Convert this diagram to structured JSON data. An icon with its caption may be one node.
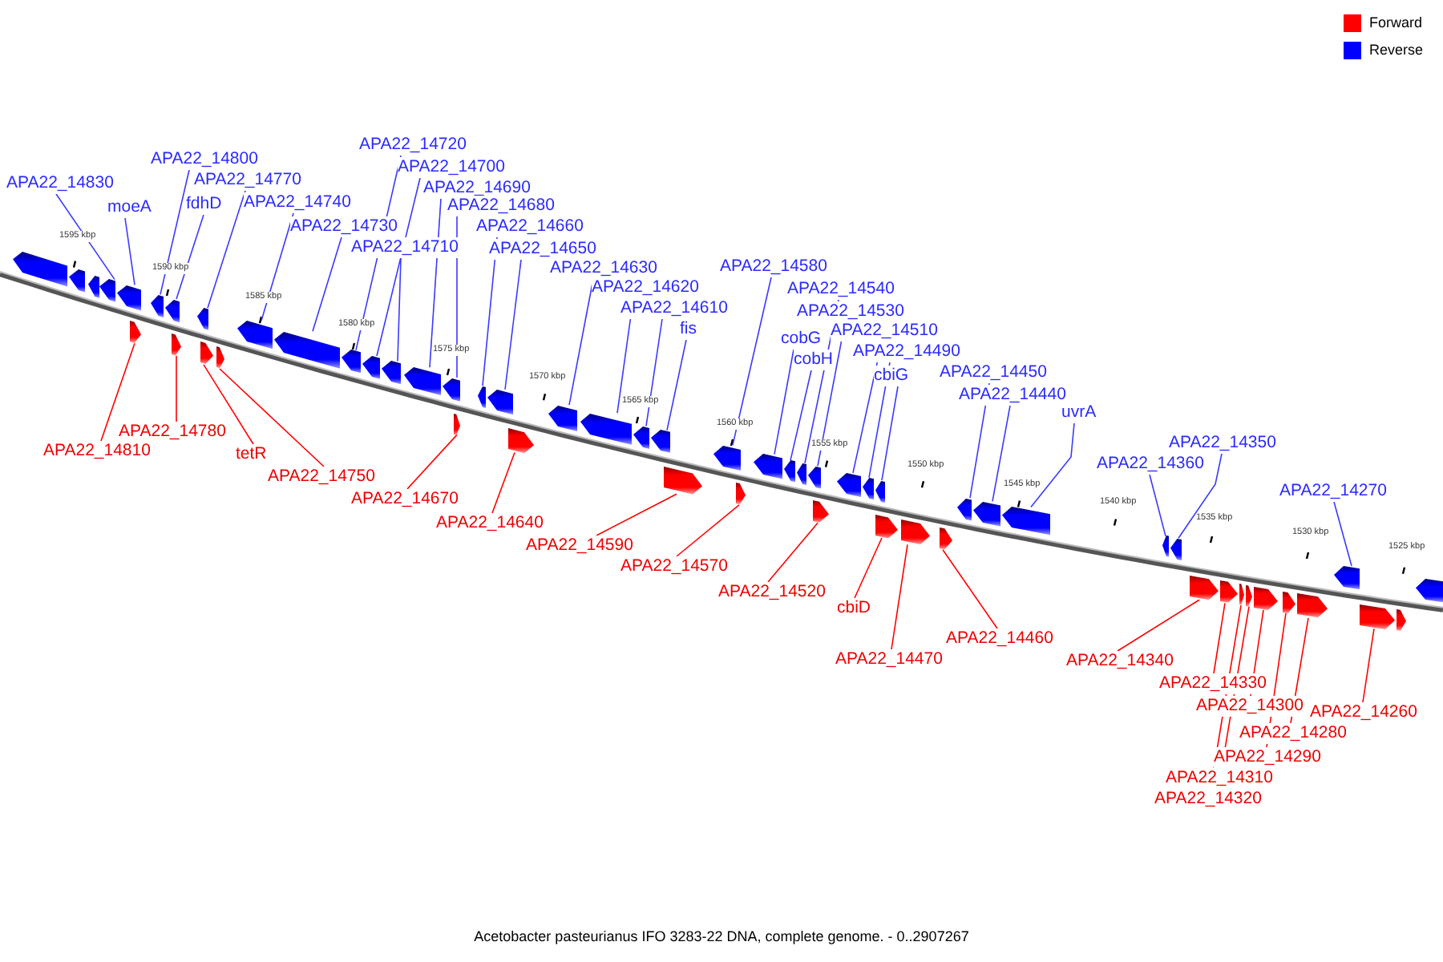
{
  "diagram": {
    "caption": "Acetobacter pasteurianus IFO 3283-22 DNA, complete genome. - 0..2907267",
    "nodes": [
      {
        "text": [
          "APA22_14830"
        ]
      },
      {
        "text": [
          "moeA"
        ]
      },
      {
        "text": [
          "APA22_14800"
        ]
      },
      {
        "text": [
          "APA22_14770"
        ]
      },
      {
        "text": [
          "fdhD"
        ]
      },
      {
        "text": [
          "APA22_14740"
        ]
      },
      {
        "text": [
          "APA22_14730"
        ]
      },
      {
        "text": [
          "APA22_14720"
        ]
      },
      {
        "text": [
          "APA22_14700"
        ]
      },
      {
        "text": [
          "APA22_14690"
        ]
      },
      {
        "text": [
          "APA22_14680"
        ]
      },
      {
        "text": [
          "APA22_14710"
        ]
      },
      {
        "text": [
          "APA22_14660"
        ]
      },
      {
        "text": [
          "APA22_14650"
        ]
      },
      {
        "text": [
          "APA22_14630"
        ]
      },
      {
        "text": [
          "APA22_14620"
        ]
      },
      {
        "text": [
          "APA22_14610"
        ]
      },
      {
        "text": [
          "fis"
        ]
      },
      {
        "text": [
          "APA22_14580"
        ]
      },
      {
        "text": [
          "APA22_14540"
        ]
      },
      {
        "text": [
          "APA22_14530"
        ]
      },
      {
        "text": [
          "cobG"
        ]
      },
      {
        "text": [
          "APA22_14510"
        ]
      },
      {
        "text": [
          "cobH"
        ]
      },
      {
        "text": [
          "APA22_14490"
        ]
      },
      {
        "text": [
          "cbiG"
        ]
      },
      {
        "text": [
          "APA22_14450"
        ]
      },
      {
        "text": [
          "APA22_14440"
        ]
      },
      {
        "text": [
          "uvrA"
        ]
      },
      {
        "text": [
          "APA22_14350"
        ]
      },
      {
        "text": [
          "APA22_14360"
        ]
      },
      {
        "text": [
          "APA22_14270"
        ]
      },
      {
        "text": [
          "APA22_14810"
        ]
      },
      {
        "text": [
          "APA22_14780"
        ]
      },
      {
        "text": [
          "tetR"
        ]
      },
      {
        "text": [
          "APA22_14750"
        ]
      },
      {
        "text": [
          "APA22_14670"
        ]
      },
      {
        "text": [
          "APA22_14640"
        ]
      },
      {
        "text": [
          "APA22_14590"
        ]
      },
      {
        "text": [
          "APA22_14570"
        ]
      },
      {
        "text": [
          "APA22_14520"
        ]
      },
      {
        "text": [
          "cbiD"
        ]
      },
      {
        "text": [
          "APA22_14470"
        ]
      },
      {
        "text": [
          "APA22_14460"
        ]
      },
      {
        "text": [
          "APA22_14340"
        ]
      },
      {
        "text": [
          "APA22_14330"
        ]
      },
      {
        "text": [
          "APA22_14300"
        ]
      },
      {
        "text": [
          "APA22_14260"
        ]
      },
      {
        "text": [
          "APA22_14280"
        ]
      },
      {
        "text": [
          "APA22_14290"
        ]
      },
      {
        "text": [
          "APA22_14310"
        ]
      },
      {
        "text": [
          "APA22_14320"
        ]
      },
      {
        "text": [],
        "shape": "arrow"
      },
      {
        "text": [],
        "shape": "arrow"
      },
      {
        "text": [],
        "shape": "arrow"
      },
      {
        "text": [],
        "shape": "arrow"
      },
      {
        "text": [],
        "shape": "arrow"
      },
      {
        "text": [],
        "shape": "arrow"
      },
      {
        "text": [],
        "shape": "arrow"
      },
      {
        "text": [],
        "shape": "arrow"
      },
      {
        "text": [],
        "shape": "arrow"
      },
      {
        "text": [],
        "shape": "arrow"
      },
      {
        "text": [],
        "shape": "arrow"
      },
      {
        "text": [],
        "shape": "arrow"
      },
      {
        "text": [],
        "shape": "arrow"
      },
      {
        "text": [],
        "shape": "arrow"
      },
      {
        "text": [],
        "shape": "arrow"
      },
      {
        "text": [],
        "shape": "arrow"
      },
      {
        "text": [],
        "shape": "arrow"
      },
      {
        "text": [],
        "shape": "arrow"
      },
      {
        "text": [],
        "shape": "arrow"
      },
      {
        "text": [],
        "shape": "arrow"
      },
      {
        "text": [],
        "shape": "arrow"
      },
      {
        "text": [],
        "shape": "arrow"
      },
      {
        "text": [],
        "shape": "arrow"
      },
      {
        "text": [],
        "shape": "arrow"
      },
      {
        "text": [],
        "shape": "arrow"
      },
      {
        "text": [],
        "shape": "arrow"
      },
      {
        "text": [],
        "shape": "arrow"
      },
      {
        "text": [],
        "shape": "arrow"
      },
      {
        "text": [],
        "shape": "arrow"
      },
      {
        "text": [],
        "shape": "arrow"
      },
      {
        "text": [],
        "shape": "arrow"
      },
      {
        "text": [],
        "shape": "arrow"
      },
      {
        "text": [],
        "shape": "arrow"
      },
      {
        "text": [],
        "shape": "arrow"
      },
      {
        "text": [],
        "shape": "arrow"
      },
      {
        "text": [],
        "shape": "arrow"
      },
      {
        "text": [],
        "shape": "arrow"
      },
      {
        "text": [],
        "shape": "arrow"
      },
      {
        "text": [],
        "shape": "arrow"
      },
      {
        "text": [],
        "shape": "arrow"
      },
      {
        "text": [],
        "shape": "arrow"
      },
      {
        "text": [],
        "shape": "arrow"
      },
      {
        "text": [],
        "shape": "arrow"
      },
      {
        "text": [],
        "shape": "arrow"
      },
      {
        "text": [],
        "shape": "arrow"
      },
      {
        "text": [],
        "shape": "arrow"
      },
      {
        "text": [],
        "shape": "arrow"
      },
      {
        "text": [],
        "shape": "arrow"
      },
      {
        "text": [],
        "shape": "arrow"
      },
      {
        "text": [],
        "shape": "arrow"
      },
      {
        "text": [],
        "shape": "arrow"
      },
      {
        "text": [],
        "shape": "arrow"
      },
      {
        "text": [],
        "shape": "arrow"
      },
      {
        "text": [],
        "shape": "arrow"
      },
      {
        "text": [],
        "shape": "arrow"
      },
      {
        "text": [],
        "shape": "arrow"
      },
      {
        "text": [],
        "shape": "arrow"
      }
    ],
    "edges": [
      {
        "from": 0,
        "to": 55,
        "arrow": "none"
      },
      {
        "from": 1,
        "to": 56,
        "arrow": "none"
      },
      {
        "from": 2,
        "to": 58,
        "arrow": "none"
      },
      {
        "from": 3,
        "to": 61,
        "arrow": "none"
      },
      {
        "from": 4,
        "to": 59,
        "arrow": "none"
      },
      {
        "from": 5,
        "to": 64,
        "arrow": "none"
      },
      {
        "from": 6,
        "to": 65,
        "arrow": "none"
      },
      {
        "from": 7,
        "to": 66,
        "arrow": "none"
      },
      {
        "from": 8,
        "to": 67,
        "arrow": "none"
      },
      {
        "from": 9,
        "to": 69,
        "arrow": "none"
      },
      {
        "from": 10,
        "to": 70,
        "arrow": "none"
      },
      {
        "from": 11,
        "to": 68,
        "arrow": "none"
      },
      {
        "from": 12,
        "to": 72,
        "arrow": "none"
      },
      {
        "from": 13,
        "to": 73,
        "arrow": "none"
      },
      {
        "from": 14,
        "to": 75,
        "arrow": "none"
      },
      {
        "from": 15,
        "to": 76,
        "arrow": "none"
      },
      {
        "from": 16,
        "to": 77,
        "arrow": "none"
      },
      {
        "from": 17,
        "to": 78,
        "arrow": "none"
      },
      {
        "from": 18,
        "to": 80,
        "arrow": "none"
      },
      {
        "from": 19,
        "to": 84,
        "arrow": "none"
      },
      {
        "from": 20,
        "to": 85,
        "arrow": "none"
      },
      {
        "from": 21,
        "to": 82,
        "arrow": "none"
      },
      {
        "from": 22,
        "to": 87,
        "arrow": "none"
      },
      {
        "from": 23,
        "to": 83,
        "arrow": "none"
      },
      {
        "from": 24,
        "to": 88,
        "arrow": "none"
      },
      {
        "from": 25,
        "to": 89,
        "arrow": "none"
      },
      {
        "from": 26,
        "to": 93,
        "arrow": "none"
      },
      {
        "from": 27,
        "to": 94,
        "arrow": "none"
      },
      {
        "from": 28,
        "to": 95,
        "arrow": "none"
      },
      {
        "from": 29,
        "to": 97,
        "arrow": "none"
      },
      {
        "from": 30,
        "to": 96,
        "arrow": "none"
      },
      {
        "from": 31,
        "to": 105,
        "arrow": "none"
      },
      {
        "from": 32,
        "to": 57,
        "arrow": "none",
        "color": "#ff0000"
      },
      {
        "from": 33,
        "to": 60,
        "arrow": "none",
        "color": "#ff0000"
      },
      {
        "from": 34,
        "to": 62,
        "arrow": "none",
        "color": "#ff0000"
      },
      {
        "from": 35,
        "to": 63,
        "arrow": "none",
        "color": "#ff0000"
      },
      {
        "from": 36,
        "to": 71,
        "arrow": "none",
        "color": "#ff0000"
      },
      {
        "from": 37,
        "to": 74,
        "arrow": "none",
        "color": "#ff0000"
      },
      {
        "from": 38,
        "to": 79,
        "arrow": "none",
        "color": "#ff0000"
      },
      {
        "from": 39,
        "to": 81,
        "arrow": "none",
        "color": "#ff0000"
      },
      {
        "from": 40,
        "to": 86,
        "arrow": "none",
        "color": "#ff0000"
      },
      {
        "from": 41,
        "to": 90,
        "arrow": "none",
        "color": "#ff0000"
      },
      {
        "from": 42,
        "to": 91,
        "arrow": "none",
        "color": "#ff0000"
      },
      {
        "from": 43,
        "to": 92,
        "arrow": "none",
        "color": "#ff0000"
      },
      {
        "from": 44,
        "to": 98,
        "arrow": "none",
        "color": "#ff0000"
      },
      {
        "from": 45,
        "to": 99,
        "arrow": "none",
        "color": "#ff0000"
      },
      {
        "from": 46,
        "to": 102,
        "arrow": "none",
        "color": "#ff0000"
      },
      {
        "from": 47,
        "to": 106,
        "arrow": "none",
        "color": "#ff0000"
      },
      {
        "from": 48,
        "to": 104,
        "arrow": "none",
        "color": "#ff0000"
      },
      {
        "from": 49,
        "to": 103,
        "arrow": "none",
        "color": "#ff0000"
      },
      {
        "from": 50,
        "to": 101,
        "arrow": "none",
        "color": "#ff0000"
      },
      {
        "from": 51,
        "to": 100,
        "arrow": "none",
        "color": "#ff0000"
      }
    ],
    "labels": [
      "1595 kbp",
      "1590 kbp",
      "1585 kbp",
      "1580 kbp",
      "1575 kbp",
      "1570 kbp",
      "1565 kbp",
      "1560 kbp",
      "1555 kbp",
      "1550 kbp",
      "1545 kbp",
      "1540 kbp",
      "1535 kbp",
      "1530 kbp",
      "1525 kbp"
    ],
    "legend": [
      {
        "text": "Forward",
        "color": "#ff0000"
      },
      {
        "text": "Reverse",
        "color": "#0000ff"
      }
    ]
  }
}
